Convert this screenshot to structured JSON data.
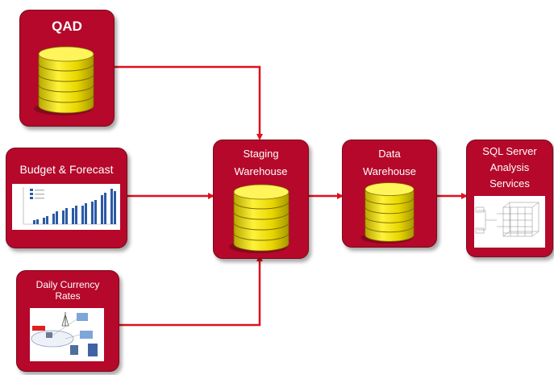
{
  "nodes": {
    "qad": {
      "label": "QAD"
    },
    "budget": {
      "label": "Budget & Forecast"
    },
    "currency": {
      "label": "Daily Currency\nRates"
    },
    "staging": {
      "label": "Staging\nWarehouse"
    },
    "warehouse": {
      "label": "Data\nWarehouse"
    },
    "ssas": {
      "label": "SQL Server\nAnalysis\nServices"
    }
  },
  "colors": {
    "box": "#b5082a",
    "arrow": "#e0101e",
    "database": "#f4e400"
  },
  "icons": {
    "qad": "database-icon",
    "staging": "database-icon",
    "warehouse": "database-icon",
    "budget": "bar-chart-thumbnail",
    "currency": "network-diagram-thumbnail",
    "ssas": "olap-cube-thumbnail"
  }
}
